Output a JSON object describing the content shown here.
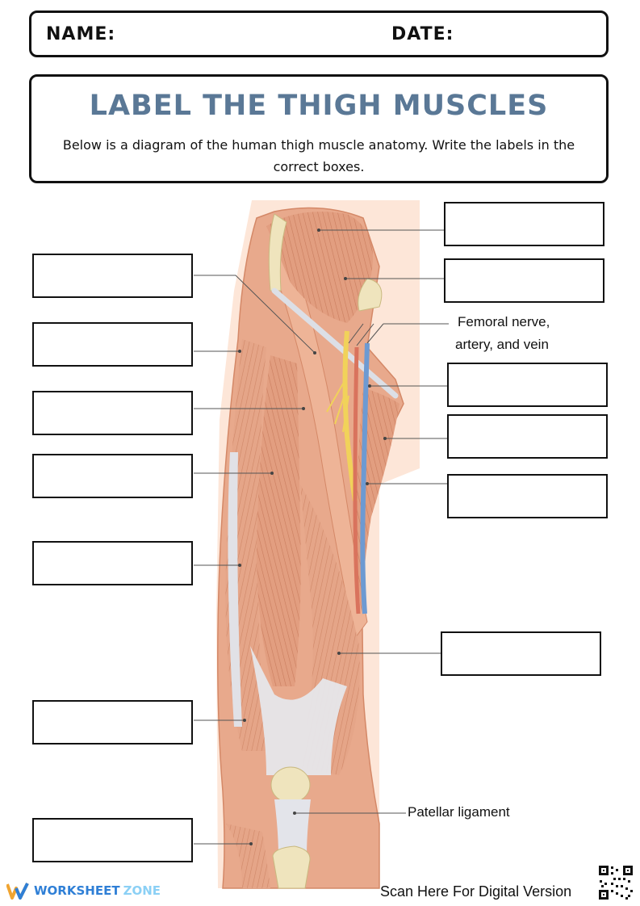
{
  "header": {
    "name_label": "NAME:",
    "date_label": "DATE:"
  },
  "title": {
    "heading": "LABEL THE THIGH MUSCLES",
    "instructions": "Below is a diagram of the human thigh muscle anatomy. Write the labels in the correct boxes."
  },
  "diagram": {
    "given_labels": {
      "femoral_line1": "Femoral nerve,",
      "femoral_line2": "artery, and vein",
      "patellar": "Patellar ligament"
    }
  },
  "footer": {
    "brand_main": "WORKSHEET",
    "brand_accent": "ZONE",
    "scan_text": "Scan Here For Digital Version"
  },
  "colors": {
    "title": "#5a7896",
    "muscle": "#e3a082",
    "tendon": "#e6e6ea",
    "nerve": "#f1d25a",
    "vein": "#6d9ad2",
    "brand": "#2f7fd6"
  }
}
